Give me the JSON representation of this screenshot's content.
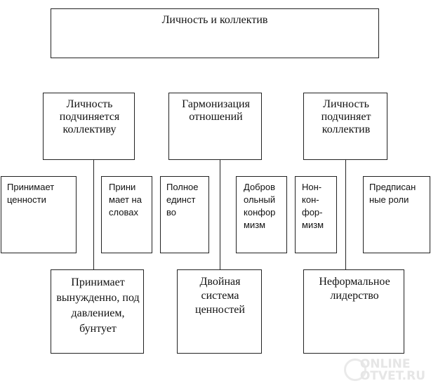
{
  "title": "Личность и коллектив",
  "top_boxes": [
    "Личность подчиняется коллективу",
    "Гармонизация отношений",
    "Личность подчиняет коллектив"
  ],
  "small_boxes": [
    "Принимает ценности",
    "Прини мает на словах",
    "Полное единст во",
    "Добров ольный конфор мизм",
    "Нон- кон- фор- мизм",
    "Предписан ные роли"
  ],
  "bottom_boxes": [
    "Принимает вынужденно, под давлением, бунтует",
    "Двойная система ценностей",
    "Неформальное лидерство"
  ],
  "watermark": {
    "line1": "ONLINE",
    "line2": "OTVET.RU"
  }
}
